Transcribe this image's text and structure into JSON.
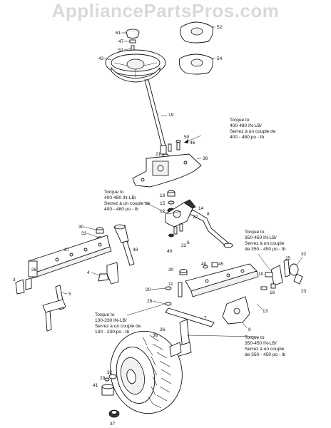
{
  "watermark": "AppliancePartsPros.com",
  "callouts": {
    "torque_top": [
      "Torque to",
      "400-480 IN-LB/",
      "Serrez à un couple de",
      "400 - 480 po - lb"
    ],
    "torque_mid": [
      "Torque to",
      "400-480 IN-LB/",
      "Serrez à un couple de",
      "400 - 480 po - lb"
    ],
    "torque_right": [
      "Torque to",
      "350-450 IN-LB/",
      "Serrez à un couple",
      "de 350 - 450 po - lb"
    ],
    "torque_bottom_left": [
      "Torque to",
      "130-230 IN-LB/",
      "Serrez à un couple de",
      "130 - 230 po - lb"
    ],
    "torque_bottom_right": [
      "Torque to",
      "350-450 IN-LB/",
      "Serrez à un couple",
      "de 350 - 450 po - lb"
    ]
  },
  "part_numbers": [
    "61",
    "47",
    "51",
    "43",
    "52",
    "54",
    "19",
    "50",
    "46",
    "21",
    "38",
    "18",
    "15",
    "12",
    "14",
    "22",
    "8",
    "6",
    "22",
    "40",
    "30",
    "33",
    "27",
    "48",
    "4",
    "26",
    "3",
    "5",
    "30",
    "45",
    "40",
    "11",
    "20",
    "28",
    "36",
    "7",
    "26",
    "32",
    "29",
    "37",
    "41",
    "9",
    "13",
    "16",
    "25",
    "10",
    "32",
    "23"
  ]
}
